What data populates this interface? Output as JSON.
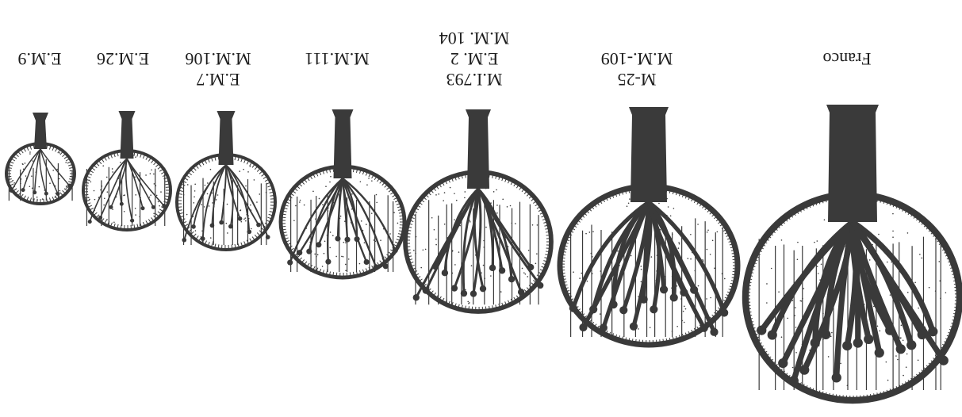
{
  "figure": {
    "rootstocks": [
      {
        "lines": [
          "E.M.9"
        ]
      },
      {
        "lines": [
          "E.M.26"
        ]
      },
      {
        "lines": [
          "E.M.7",
          "M.M.106"
        ]
      },
      {
        "lines": [
          "M.M.111"
        ]
      },
      {
        "lines": [
          "M.I.793",
          "E.M. 2",
          "M.M. 104"
        ]
      },
      {
        "lines": [
          "M-25",
          "M.M.-109"
        ]
      },
      {
        "lines": [
          "Franco"
        ]
      }
    ],
    "ink_color": "#3a3a3a",
    "orientation": "upside-down"
  }
}
